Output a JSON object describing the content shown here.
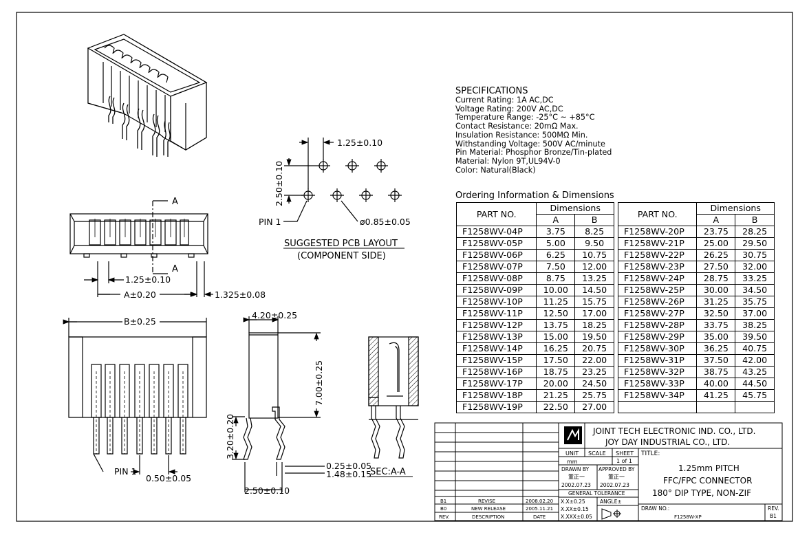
{
  "specifications": {
    "heading": "SPECIFICATIONS",
    "lines": [
      "Current Rating: 1A AC,DC",
      "Voltage Rating: 200V AC,DC",
      "Temperature Range: -25°C ~ +85°C",
      "Contact Resistance: 20mΩ Max.",
      "Insulation Resistance: 500MΩ Min.",
      "Withstanding Voltage: 500V AC/minute",
      "Pin Material: Phosphor Bronze/Tin-plated",
      "Material: Nylon 9T,UL94V-0",
      "Color: Natural(Black)"
    ]
  },
  "ordering": {
    "title": "Ordering Information & Dimensions",
    "col_part": "PART NO.",
    "col_dims": "Dimensions",
    "col_a": "A",
    "col_b": "B",
    "left_rows": [
      [
        "F1258WV-04P",
        "3.75",
        "8.25"
      ],
      [
        "F1258WV-05P",
        "5.00",
        "9.50"
      ],
      [
        "F1258WV-06P",
        "6.25",
        "10.75"
      ],
      [
        "F1258WV-07P",
        "7.50",
        "12.00"
      ],
      [
        "F1258WV-08P",
        "8.75",
        "13.25"
      ],
      [
        "F1258WV-09P",
        "10.00",
        "14.50"
      ],
      [
        "F1258WV-10P",
        "11.25",
        "15.75"
      ],
      [
        "F1258WV-11P",
        "12.50",
        "17.00"
      ],
      [
        "F1258WV-12P",
        "13.75",
        "18.25"
      ],
      [
        "F1258WV-13P",
        "15.00",
        "19.50"
      ],
      [
        "F1258WV-14P",
        "16.25",
        "20.75"
      ],
      [
        "F1258WV-15P",
        "17.50",
        "22.00"
      ],
      [
        "F1258WV-16P",
        "18.75",
        "23.25"
      ],
      [
        "F1258WV-17P",
        "20.00",
        "24.50"
      ],
      [
        "F1258WV-18P",
        "21.25",
        "25.75"
      ],
      [
        "F1258WV-19P",
        "22.50",
        "27.00"
      ]
    ],
    "right_rows": [
      [
        "F1258WV-20P",
        "23.75",
        "28.25"
      ],
      [
        "F1258WV-21P",
        "25.00",
        "29.50"
      ],
      [
        "F1258WV-22P",
        "26.25",
        "30.75"
      ],
      [
        "F1258WV-23P",
        "27.50",
        "32.00"
      ],
      [
        "F1258WV-24P",
        "28.75",
        "33.25"
      ],
      [
        "F1258WV-25P",
        "30.00",
        "34.50"
      ],
      [
        "F1258WV-26P",
        "31.25",
        "35.75"
      ],
      [
        "F1258WV-27P",
        "32.50",
        "37.00"
      ],
      [
        "F1258WV-28P",
        "33.75",
        "38.25"
      ],
      [
        "F1258WV-29P",
        "35.00",
        "39.50"
      ],
      [
        "F1258WV-30P",
        "36.25",
        "40.75"
      ],
      [
        "F1258WV-31P",
        "37.50",
        "42.00"
      ],
      [
        "F1258WV-32P",
        "38.75",
        "43.25"
      ],
      [
        "F1258WV-33P",
        "40.00",
        "44.50"
      ],
      [
        "F1258WV-34P",
        "41.25",
        "45.75"
      ]
    ]
  },
  "drawing": {
    "label_a": "A",
    "pitch": "1.25±0.10",
    "dim_a": "A±0.20",
    "dim_edge": "1.325±0.08",
    "dim_b": "B±0.25",
    "pin1": "PIN 1",
    "pin_width": "0.50±0.05",
    "pcb_pitch": "1.25±0.10",
    "pcb_row": "2.50±0.10",
    "pcb_hole": "ø0.85±0.05",
    "pcb_pin1": "PIN 1",
    "pcb_title": "SUGGESTED PCB LAYOUT",
    "pcb_subtitle": "(COMPONENT SIDE)",
    "depth": "4.20±0.25",
    "height": "7.00±0.25",
    "tail": "3.20±0.20",
    "tail_thick": "0.25±0.05",
    "tail_span": "1.48±0.15",
    "foot": "2.50±0.10",
    "section": "SEC:A-A"
  },
  "title_block": {
    "company_en": "JOINT TECH ELECTRONIC IND. CO., LTD.",
    "company_cn": "JOY DAY INDUSTRIAL CO., LTD.",
    "unit_label": "UNIT",
    "unit_value": "mm",
    "scale_label": "SCALE",
    "sheet_label": "SHEET",
    "sheet_value": "1 of 1",
    "title_label": "TITLE:",
    "title_lines": [
      "1.25mm PITCH",
      "FFC/FPC CONNECTOR",
      "180° DIP TYPE, NON-ZIF"
    ],
    "drawn_by_label": "DRAWN BY",
    "drawn_by_name": "董正一",
    "drawn_date": "2002.07.23",
    "approved_by_label": "APPROVED BY",
    "approved_by_name": "董正一",
    "approved_date": "2002.07.23",
    "tolerance_label": "GENERAL TOLERANCE",
    "tol1": "X.X±0.25",
    "tol2": "X.XX±0.15",
    "tol3": "X.XXX±0.05",
    "angle_label": "ANGLE±",
    "drawing_no_label": "DRAW NO.:",
    "drawing_no": "F1258W-XP",
    "rev_label": "REV.",
    "rev_value": "B1",
    "revisions": [
      {
        "rev": "B1",
        "desc": "REVISE",
        "date": "2008.02.20"
      },
      {
        "rev": "B0",
        "desc": "NEW RELEASE",
        "date": "2005.11.21"
      }
    ],
    "hdr_rev": "REV.",
    "hdr_desc": "DESCRIPTION",
    "hdr_date": "DATE"
  }
}
